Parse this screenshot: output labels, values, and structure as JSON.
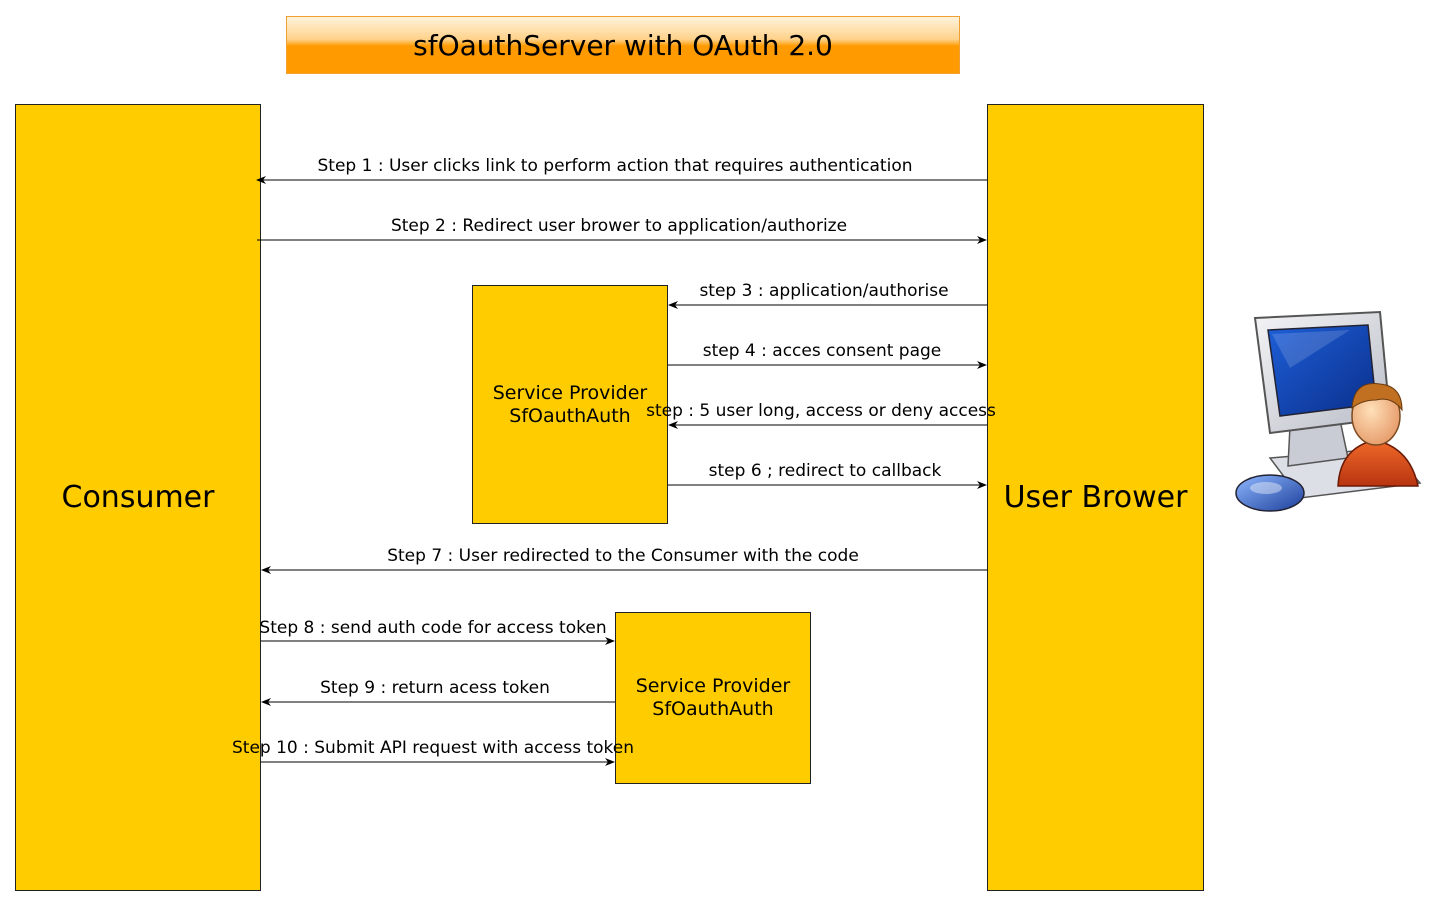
{
  "title": "sfOauthServer with OAuth 2.0",
  "lanes": {
    "consumer": "Consumer",
    "browser": "User Brower",
    "sp1": {
      "line1": "Service Provider",
      "line2": "SfOauthAuth"
    },
    "sp2": {
      "line1": "Service Provider",
      "line2": "SfOauthAuth"
    }
  },
  "steps": [
    "Step 1 : User clicks link to perform action that requires authentication",
    "Step 2 : Redirect user brower to application/authorize",
    "step 3 : application/authorise",
    "step 4 : acces consent page",
    "step : 5 user long, access or deny access",
    "step 6 ; redirect to callback",
    "Step 7 : User redirected to the Consumer with the code",
    "Step 8 : send auth code for access token",
    "Step 9 : return acess token",
    "Step 10 : Submit API request with access token"
  ],
  "icons": {
    "user": "user-at-computer-icon"
  }
}
